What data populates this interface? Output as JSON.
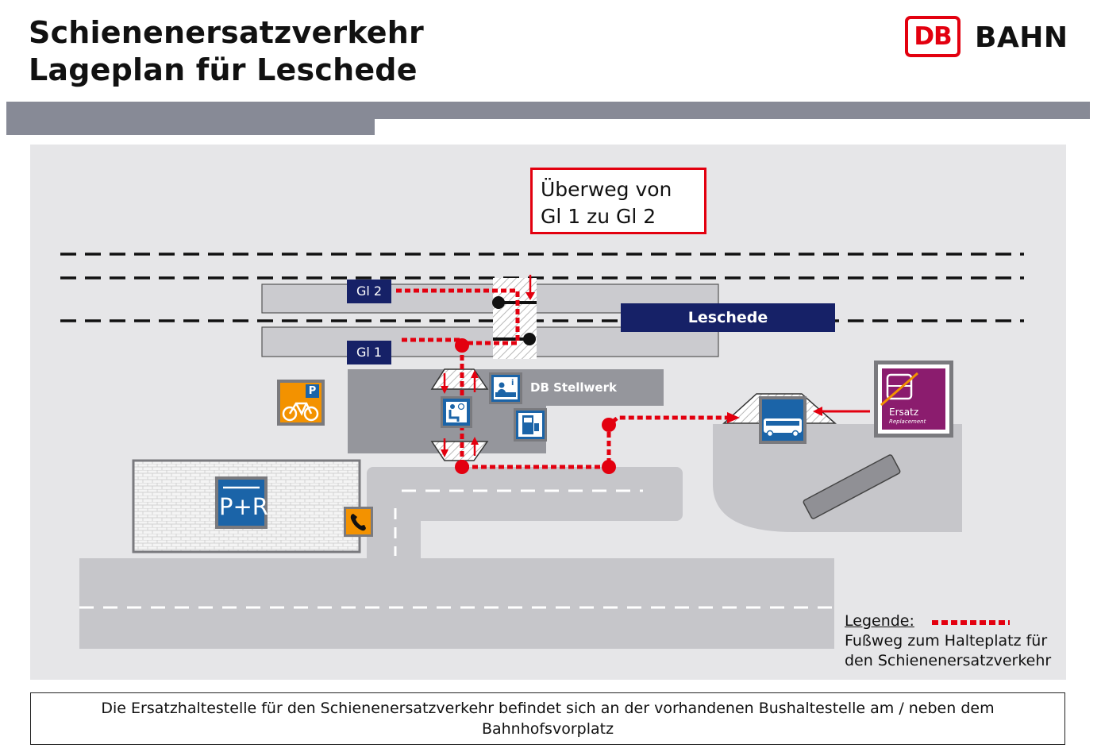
{
  "header": {
    "title_line1": "Schienenersatzverkehr",
    "title_line2": "Lageplan für Leschede"
  },
  "logo": {
    "mark": "DB",
    "wordmark": "BAHN",
    "brand_color": "#e3000f"
  },
  "map": {
    "track_labels": {
      "track2": "Gl 2",
      "track1": "Gl 1"
    },
    "station_name": "Leschede",
    "building_label": "DB Stellwerk",
    "callout": {
      "line1": "Überweg von",
      "line2": "Gl 1 zu Gl 2"
    },
    "park_ride": "P+R",
    "bike_parking": "P",
    "replacement_sign": {
      "title": "Ersatz",
      "subtitle": "Replacement"
    },
    "icons": [
      "bike-parking-icon",
      "park-and-ride-icon",
      "phone-icon",
      "waiting-room-icon",
      "information-icon",
      "ticket-machine-icon",
      "bus-stop-icon",
      "replacement-train-icon"
    ],
    "colors": {
      "path": "#e3000f",
      "sign_blue": "#1b64a8",
      "station_navy": "#162167",
      "replacement_purple": "#8b1c6e",
      "orange": "#f39200"
    }
  },
  "legend": {
    "title": "Legende:",
    "line1": "Fußweg zum Halteplatz für",
    "line2": "den Schienenersatzverkehr"
  },
  "footer_note": "Die Ersatzhaltestelle für den Schienenersatzverkehr befindet sich an der vorhandenen Bushaltestelle am / neben dem Bahnhofsvorplatz"
}
